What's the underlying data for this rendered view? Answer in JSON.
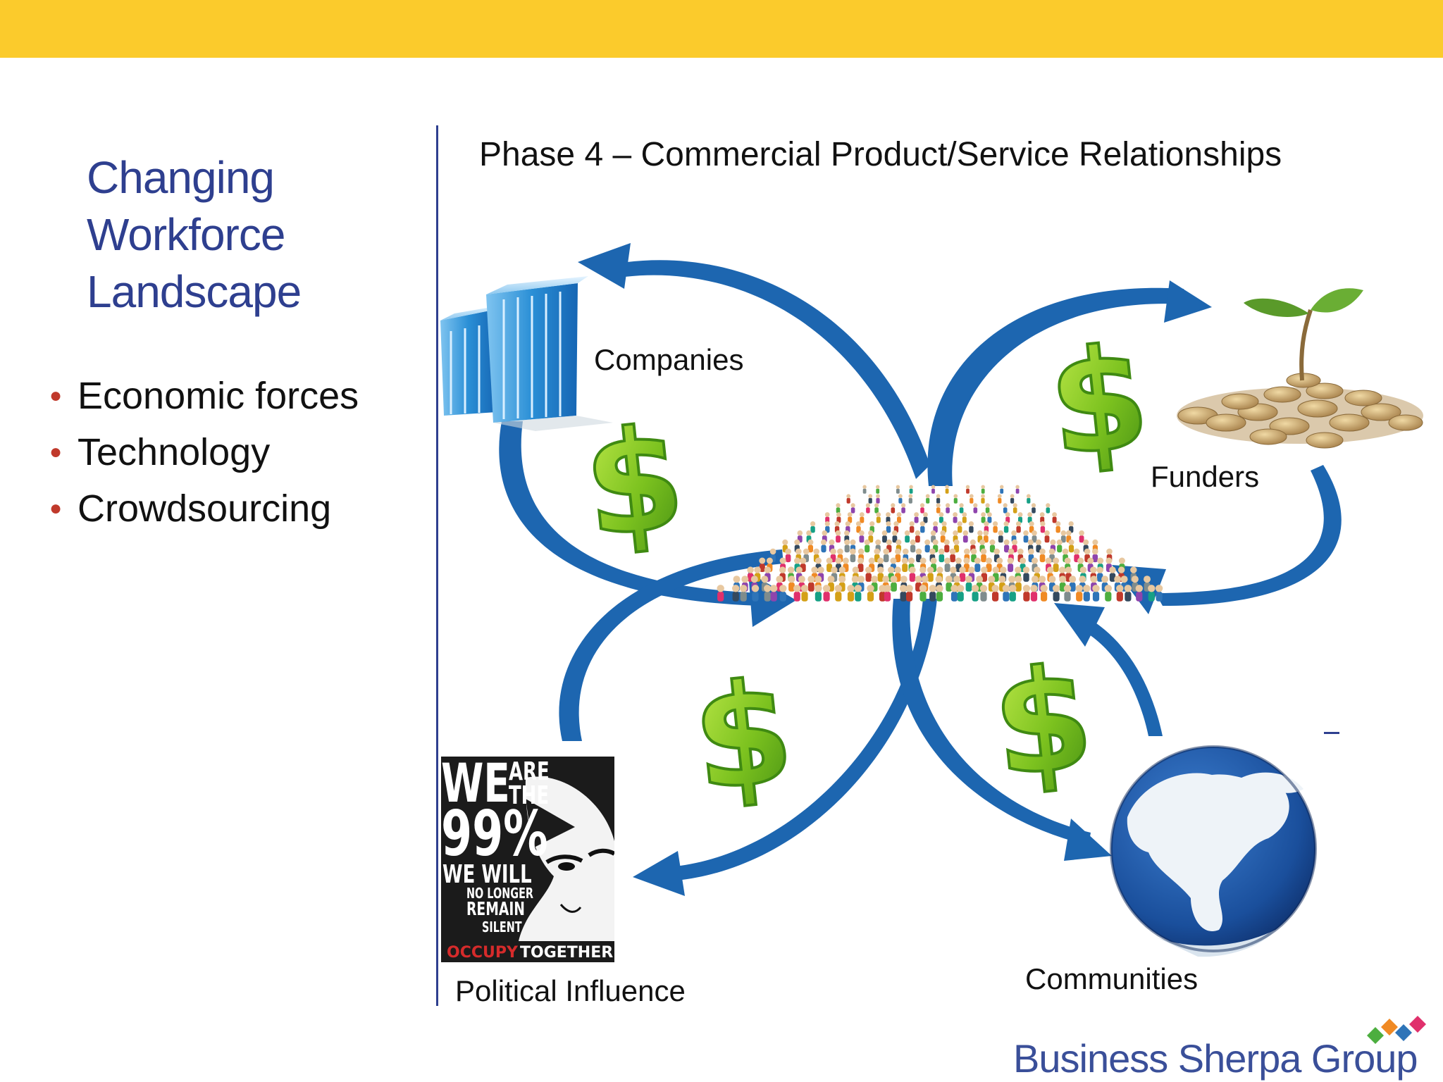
{
  "slide": {
    "title_lines": [
      "Changing",
      "Workforce",
      "Landscape"
    ],
    "bullets": [
      "Economic forces",
      "Technology",
      "Crowdsourcing"
    ],
    "phase_title": "Phase 4 – Commercial Product/Service Relationships",
    "brand": "Business Sherpa Group"
  },
  "diagram": {
    "nodes": {
      "companies": "Companies",
      "funders": "Funders",
      "political": "Political Influence",
      "communities": "Communities"
    },
    "money_symbol": "$"
  },
  "poster": {
    "we": "WE",
    "are": "ARE",
    "the": "THE",
    "percent": "99%",
    "we_will": "WE WILL",
    "no_longer": "NO LONGER",
    "remain": "REMAIN",
    "silent": "SILENT",
    "occupy": "OCCUPY",
    "together": "TOGETHER"
  },
  "colors": {
    "top_bar": "#fbcb2c",
    "title_blue": "#2e3f8f",
    "arrow_blue": "#1d66b0",
    "dollar_green": "#7cc21f",
    "bullet_red": "#c0392b"
  },
  "icons": [
    "building-icon",
    "coin-plant-icon",
    "crowd-icon",
    "globe-icon",
    "dollar-icon",
    "logo-diamonds-icon"
  ]
}
